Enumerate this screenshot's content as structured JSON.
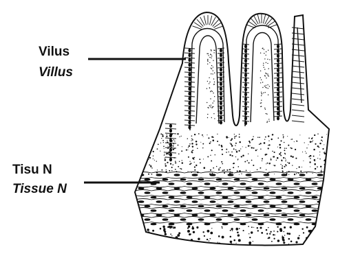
{
  "labels": {
    "vilus": "Vilus",
    "villus": "Villus",
    "tisu_n": "Tisu N",
    "tissue_n": "Tissue N"
  },
  "colors": {
    "ink": "#111111",
    "background": "#ffffff"
  }
}
